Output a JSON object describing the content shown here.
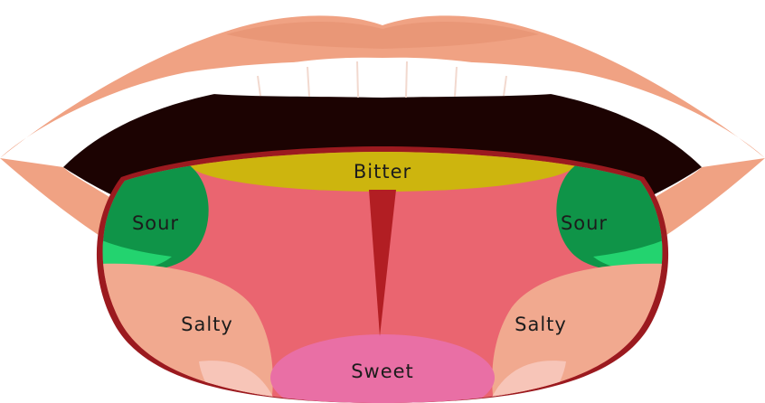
{
  "diagram": {
    "zones": {
      "bitter": "Bitter",
      "sour_left": "Sour",
      "sour_right": "Sour",
      "salty_left": "Salty",
      "salty_right": "Salty",
      "sweet": "Sweet"
    },
    "colors": {
      "lips": "#f0a283",
      "lips_shadow": "#e48f70",
      "mouth_interior": "#1c0302",
      "teeth": "#ffffff",
      "tongue_rim": "#9b1a1f",
      "tongue_base": "#ea6570",
      "bitter_zone": "#cdb50e",
      "sour_zone": "#0f9448",
      "sour_highlight": "#23d36f",
      "salty_zone": "#f1a98f",
      "salty_highlight": "#f7c5b8",
      "sweet_zone": "#e96fa5",
      "midline_groove": "#b21e23"
    }
  }
}
